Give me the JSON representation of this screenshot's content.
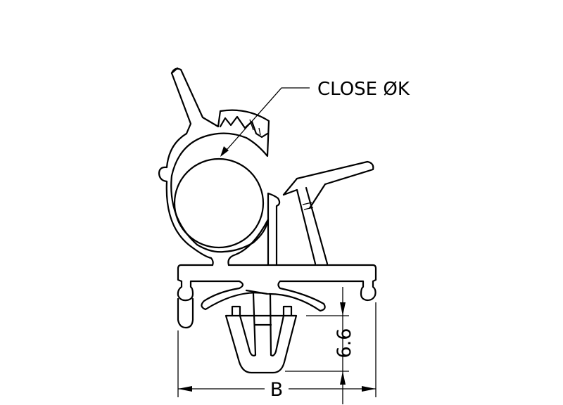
{
  "drawing": {
    "callout_label": "CLOSE ØK",
    "dimension_height": "6.6",
    "dimension_width": "B"
  }
}
